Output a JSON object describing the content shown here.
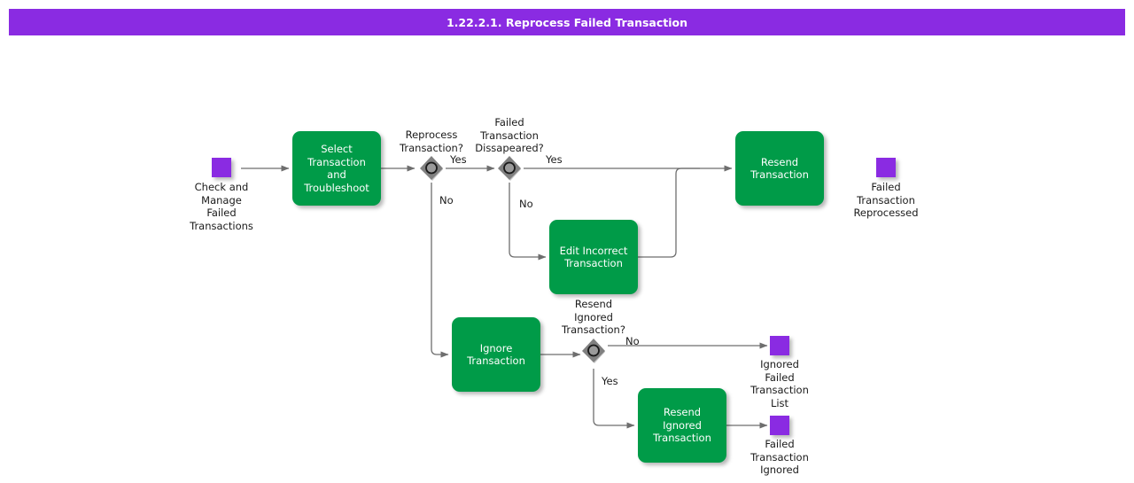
{
  "header": {
    "title": "1.22.2.1. Reprocess Failed Transaction",
    "bg_color": "#8A2BE2",
    "text_color": "#ffffff"
  },
  "colors": {
    "process_green": "#009B48",
    "terminal_purple": "#8A2BE2",
    "decision_gray": "#808080",
    "edge_gray": "#666666",
    "text_dark": "#1a1a1a"
  },
  "diagram": {
    "type": "flowchart",
    "terminals": [
      {
        "id": "start-check-manage",
        "label": "Check and\nManage\nFailed\nTransactions",
        "role": "start"
      },
      {
        "id": "end-reprocessed",
        "label": "Failed\nTransaction\nReprocessed",
        "role": "end"
      },
      {
        "id": "end-ignored-list",
        "label": "Ignored\nFailed\nTransaction\nList",
        "role": "end"
      },
      {
        "id": "end-ignored",
        "label": "Failed\nTransaction\nIgnored",
        "role": "end"
      }
    ],
    "processes": [
      {
        "id": "select-transaction",
        "label": "Select\nTransaction and\nTroubleshoot"
      },
      {
        "id": "resend-transaction",
        "label": "Resend\nTransaction"
      },
      {
        "id": "edit-incorrect",
        "label": "Edit Incorrect\nTransaction"
      },
      {
        "id": "ignore-transaction",
        "label": "Ignore\nTransaction"
      },
      {
        "id": "resend-ignored",
        "label": "Resend Ignored\nTransaction"
      }
    ],
    "decisions": [
      {
        "id": "reprocess-q",
        "label": "Reprocess\nTransaction?"
      },
      {
        "id": "disappeared-q",
        "label": "Failed\nTransaction\nDissapeared?"
      },
      {
        "id": "resend-ignored-q",
        "label": "Resend\nIgnored\nTransaction?"
      }
    ],
    "edge_labels": [
      {
        "id": "reprocess-yes",
        "text": "Yes"
      },
      {
        "id": "reprocess-no",
        "text": "No"
      },
      {
        "id": "disappeared-yes",
        "text": "Yes"
      },
      {
        "id": "disappeared-no",
        "text": "No"
      },
      {
        "id": "resend-ignored-no",
        "text": "No"
      },
      {
        "id": "resend-ignored-yes",
        "text": "Yes"
      }
    ]
  }
}
